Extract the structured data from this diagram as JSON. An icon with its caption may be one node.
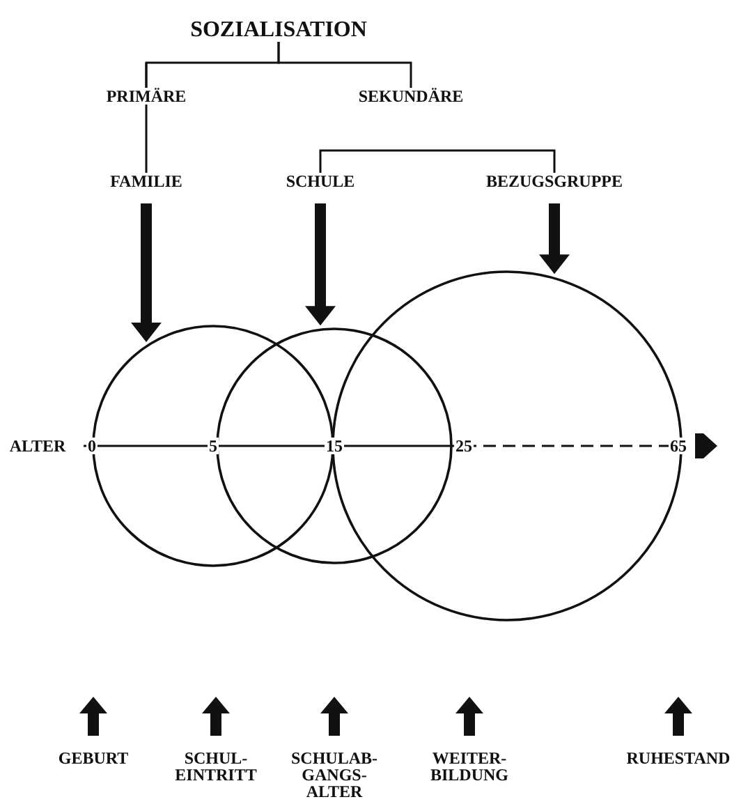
{
  "diagram": {
    "nodes": [
      {
        "text": [
          "SOZIALISATION"
        ]
      },
      {
        "text": [
          "PRIMÄRE"
        ]
      },
      {
        "text": [
          "SEKUNDÄRE"
        ]
      },
      {
        "text": [
          "FAMILIE"
        ]
      },
      {
        "text": [
          "SCHULE"
        ]
      },
      {
        "text": [
          "BEZUGSGRUPPE"
        ]
      },
      {
        "text": [],
        "shape": "circle"
      },
      {
        "text": [],
        "shape": "circle"
      },
      {
        "text": [],
        "shape": "circle"
      }
    ],
    "edges": [
      {
        "from": 0,
        "to": 1,
        "arrow": "none"
      },
      {
        "from": 0,
        "to": 2,
        "arrow": "none"
      },
      {
        "from": 1,
        "to": 3,
        "arrow": "none"
      },
      {
        "from": 4,
        "to": 5,
        "arrow": "none"
      },
      {
        "from": 3,
        "to": 6,
        "arrow": "to",
        "style": "thick"
      },
      {
        "from": 4,
        "to": 7,
        "arrow": "to",
        "style": "thick"
      },
      {
        "from": 5,
        "to": 8,
        "arrow": "to",
        "style": "thick"
      }
    ],
    "labels": [
      "ALTER",
      "0",
      "5",
      "15",
      "25",
      "65",
      "GEBURT",
      "SCHUL- EINTRITT",
      "SCHULAB- GANGS- ALTER",
      "WEITER- BILDUNG",
      "RUHESTAND"
    ]
  }
}
